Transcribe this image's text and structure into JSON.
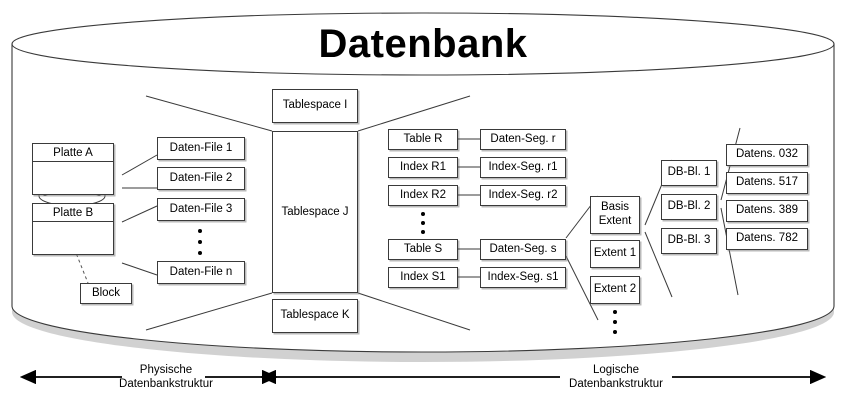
{
  "diagram": {
    "title": "Datenbank",
    "type": "database-structure-diagram"
  },
  "physical": {
    "disks": [
      {
        "label": "Platte A",
        "icon": "disk-platter-icon"
      },
      {
        "label": "Platte B",
        "icon": "disk-platter-icon"
      }
    ],
    "block": {
      "label": "Block"
    },
    "data_files": [
      {
        "label": "Daten-File 1"
      },
      {
        "label": "Daten-File 2"
      },
      {
        "label": "Daten-File 3"
      },
      {
        "label": "Daten-File n"
      }
    ],
    "data_files_ellipsis": "vertical-dots"
  },
  "tablespaces": [
    {
      "label": "Tablespace I"
    },
    {
      "label": "Tablespace J"
    },
    {
      "label": "Tablespace K"
    }
  ],
  "logical": {
    "objects": [
      {
        "label": "Table R"
      },
      {
        "label": "Index R1"
      },
      {
        "label": "Index R2"
      },
      {
        "label": "Table S"
      },
      {
        "label": "Index S1"
      }
    ],
    "segments": [
      {
        "label": "Daten-Seg. r"
      },
      {
        "label": "Index-Seg. r1"
      },
      {
        "label": "Index-Seg. r2"
      },
      {
        "label": "Daten-Seg. s"
      },
      {
        "label": "Index-Seg. s1"
      }
    ],
    "objects_ellipsis": "vertical-dots",
    "extents": [
      {
        "label": "Basis Extent",
        "line1": "Basis",
        "line2": "Extent"
      },
      {
        "label": "Extent 1"
      },
      {
        "label": "Extent 2"
      }
    ],
    "extents_ellipsis": "vertical-dots",
    "blocks": [
      {
        "label": "DB-Bl. 1"
      },
      {
        "label": "DB-Bl. 2"
      },
      {
        "label": "DB-Bl. 3"
      }
    ],
    "records": [
      {
        "label": "Datens. 032"
      },
      {
        "label": "Datens. 517"
      },
      {
        "label": "Datens. 389"
      },
      {
        "label": "Datens. 782"
      }
    ]
  },
  "footer": {
    "physical_axis": {
      "line1": "Physische",
      "line2": "Datenbankstruktur"
    },
    "logical_axis": {
      "line1": "Logische",
      "line2": "Datenbankstruktur"
    }
  },
  "colors": {
    "stroke": "#3a3a3a",
    "shadow": "#828282",
    "background": "#ffffff",
    "text": "#000000"
  }
}
